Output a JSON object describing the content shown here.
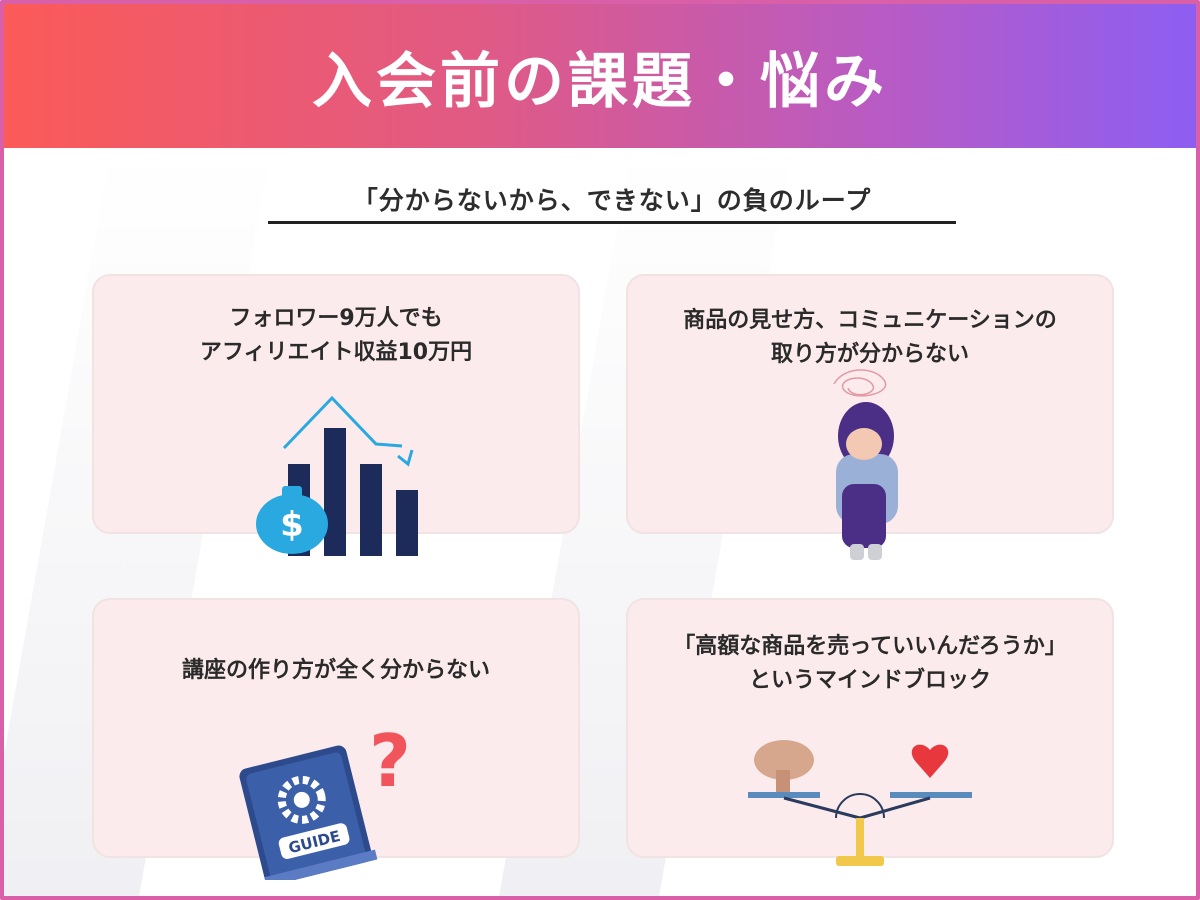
{
  "header": {
    "title": "入会前の課題・悩み"
  },
  "subtitle": "「分からないから、できない」の負のループ",
  "cards": [
    {
      "lines": [
        "フォロワー9万人でも",
        "アフィリエイト収益10万円"
      ]
    },
    {
      "lines": [
        "商品の見せ方、コミュニケーションの",
        "取り方が分からない"
      ]
    },
    {
      "lines": [
        "講座の作り方が全く分からない"
      ]
    },
    {
      "lines": [
        "「高額な商品を売っていいんだろうか」",
        "というマインドブロック"
      ]
    }
  ],
  "illustrations": {
    "money_icon_symbol": "$",
    "guide_label": "GUIDE",
    "question_mark": "?"
  },
  "colors": {
    "header_start": "#fb5a58",
    "header_end": "#8d5ef2",
    "card_bg": "#fcebec",
    "bar_navy": "#1c2b5a",
    "accent_cyan": "#29a9e0",
    "question_red": "#f2545b",
    "scale_gold": "#f2c84b"
  }
}
